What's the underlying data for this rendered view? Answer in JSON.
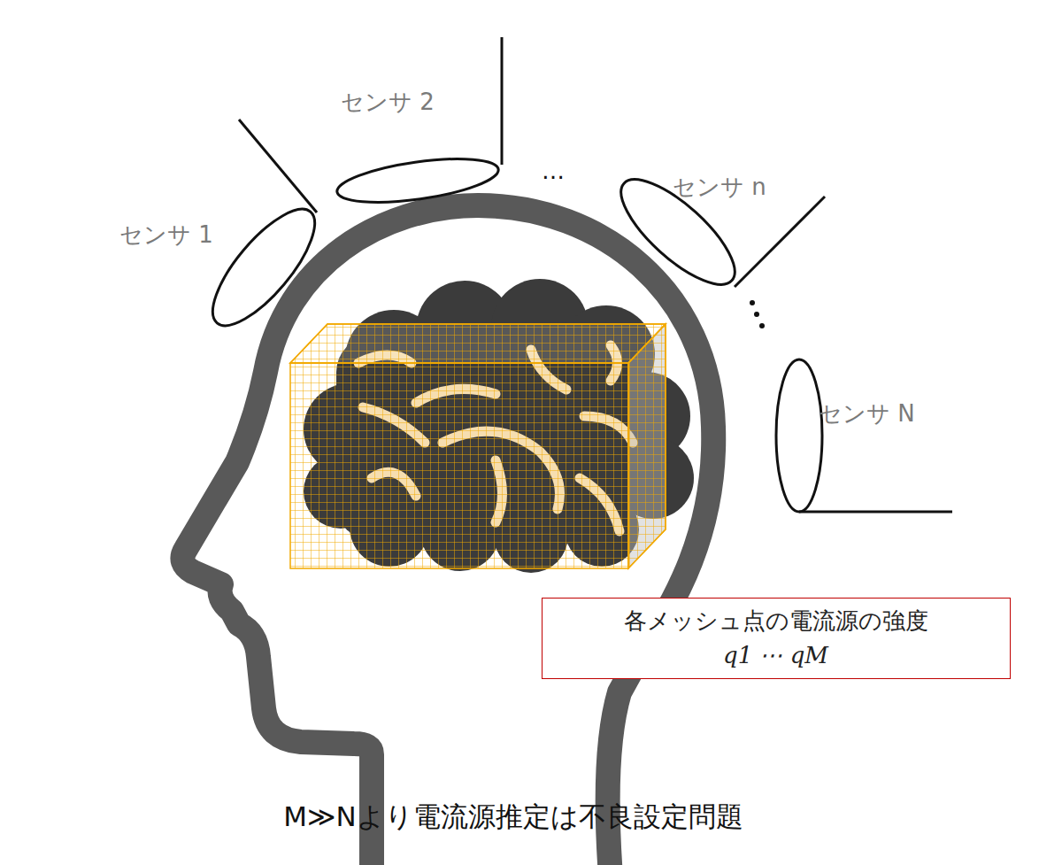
{
  "diagram": {
    "caption": "M≫Nより電流源推定は不良設定問題",
    "nodes": [
      {
        "text": [
          "各メッシュ点の電流源の強度",
          "q1 ⋯ qM"
        ]
      }
    ],
    "labels": [
      "センサ 1",
      "センサ 2",
      "…",
      "センサ n",
      "センサ N"
    ]
  }
}
